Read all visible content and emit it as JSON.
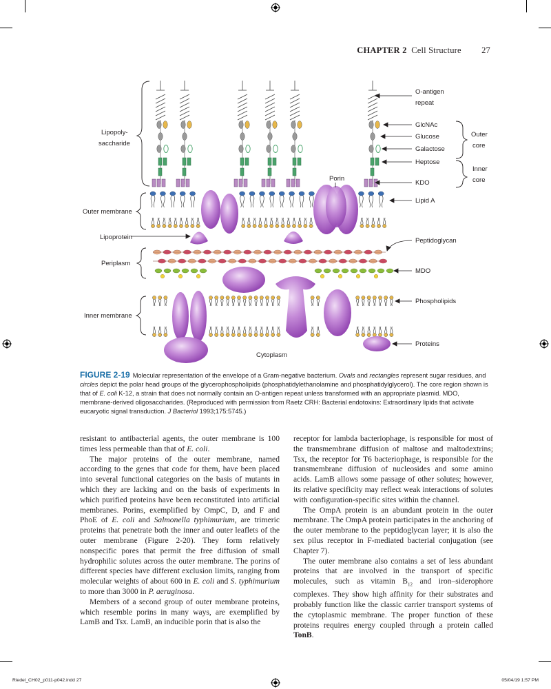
{
  "header": {
    "chapter": "CHAPTER 2",
    "section": "Cell Structure",
    "page": "27"
  },
  "figure": {
    "labels": {
      "lipopoly1": "Lipopoly-",
      "lipopoly2": "saccharide",
      "outer_membrane": "Outer membrane",
      "lipoprotein": "Lipoprotein",
      "periplasm": "Periplasm",
      "inner_membrane": "Inner membrane",
      "cytoplasm": "Cytoplasm",
      "porin": "Porin",
      "o_antigen1": "O-antigen",
      "o_antigen2": "repeat",
      "glcnac": "GlcNAc",
      "glucose": "Glucose",
      "galactose": "Galactose",
      "heptose": "Heptose",
      "kdo": "KDO",
      "lipid_a": "Lipid A",
      "peptidoglycan": "Peptidoglycan",
      "mdo": "MDO",
      "phospholipids": "Phospholipids",
      "proteins": "Proteins",
      "outer_core1": "Outer",
      "outer_core2": "core",
      "inner_core1": "Inner",
      "inner_core2": "core"
    },
    "caption": {
      "label": "FIGURE 2-19",
      "t1": "Molecular representation of the envelope of a Gram-negative bacterium. ",
      "ovals": "Ovals",
      "t2": " and ",
      "rectangles": "rectangles",
      "t3": " represent sugar residues, and ",
      "circles": "circles",
      "t4": " depict the polar head groups of the glycerophospholipids (phosphatidylethanolamine and phosphatidylglycerol). The core region shown is that of ",
      "ecoli": "E. coli",
      "t5": " K-12, a strain that does not normally contain an O-antigen repeat unless transformed with an appropriate plasmid. MDO, membrane-derived oligosaccharides. (Reproduced with permission from Raetz CRH: Bacterial endotoxins: Extraordinary lipids that activate eucaryotic signal transduction. ",
      "journal": "J Bacteriol",
      "t6": " 1993;175:5745.)"
    },
    "colors": {
      "protein": "#9b4fb6",
      "protein_light": "#e3c5ee",
      "glcnac": "#e8b84a",
      "heptose": "#4aa36b",
      "kdo": "#b98bc3",
      "lipid_a": "#3d6fb3",
      "peptidoglycan_a": "#f0b58a",
      "peptidoglycan_b": "#d94f6e",
      "mdo_green": "#8bbd3a",
      "mdo_yellow": "#f2d43a",
      "phospholipid_head": "#e8b84a"
    }
  },
  "body": {
    "left": {
      "p1": "resistant to antibacterial agents, the outer membrane is 100 times less permeable than that of ",
      "p1_it": "E. coli",
      "p1_end": ".",
      "p2a": "The major proteins of the outer membrane, named according to the genes that code for them, have been placed into several functional categories on the basis of mutants in which they are lacking and on the basis of experiments in which purified proteins have been reconstituted into artificial membranes. Porins, exemplified by OmpC, D, and F and PhoE of ",
      "p2_it1": "E. coli",
      "p2b": " and ",
      "p2_it2": "Salmonella typhimurium",
      "p2c": ", are trimeric proteins that penetrate both the inner and outer leaflets of the outer membrane (Figure 2-20). They form relatively nonspecific pores that permit the free diffusion of small hydrophilic solutes across the outer membrane. The porins of different species have different exclusion limits, ranging from molecular weights of about 600 in ",
      "p2_it3": "E. coli",
      "p2d": " and ",
      "p2_it4": "S. typhimurium",
      "p2e": " to more than 3000 in ",
      "p2_it5": "P. aeruginosa",
      "p2f": ".",
      "p3": "Members of a second group of outer membrane proteins, which resemble porins in many ways, are exemplified by LamB and Tsx. LamB, an inducible porin that is also the"
    },
    "right": {
      "p1": "receptor for lambda bacteriophage, is responsible for most of the transmembrane diffusion of maltose and maltodextrins; Tsx, the receptor for T6 bacteriophage, is responsible for the transmembrane diffusion of nucleosides and some amino acids. LamB allows some passage of other solutes; however, its relative specificity may reflect weak interactions of solutes with configuration-specific sites within the channel.",
      "p2": "The OmpA protein is an abundant protein in the outer membrane. The OmpA protein participates in the anchoring of the outer membrane to the peptidoglycan layer; it is also the sex pilus receptor in F-mediated bacterial conjugation (see Chapter 7).",
      "p3a": "The outer membrane also contains a set of less abundant proteins that are involved in the transport of specific molecules, such as vitamin B",
      "p3_sub": "12",
      "p3b": " and iron–siderophore complexes. They show high affinity for their substrates and probably function like the classic carrier transport systems of the cytoplasmic membrane. The proper function of these proteins requires energy coupled through a protein called ",
      "p3_bold": "TonB",
      "p3c": "."
    }
  },
  "footer": {
    "left": "Riedel_CH02_p011-p042.indd   27",
    "right": "05/04/19   1:57 PM"
  }
}
